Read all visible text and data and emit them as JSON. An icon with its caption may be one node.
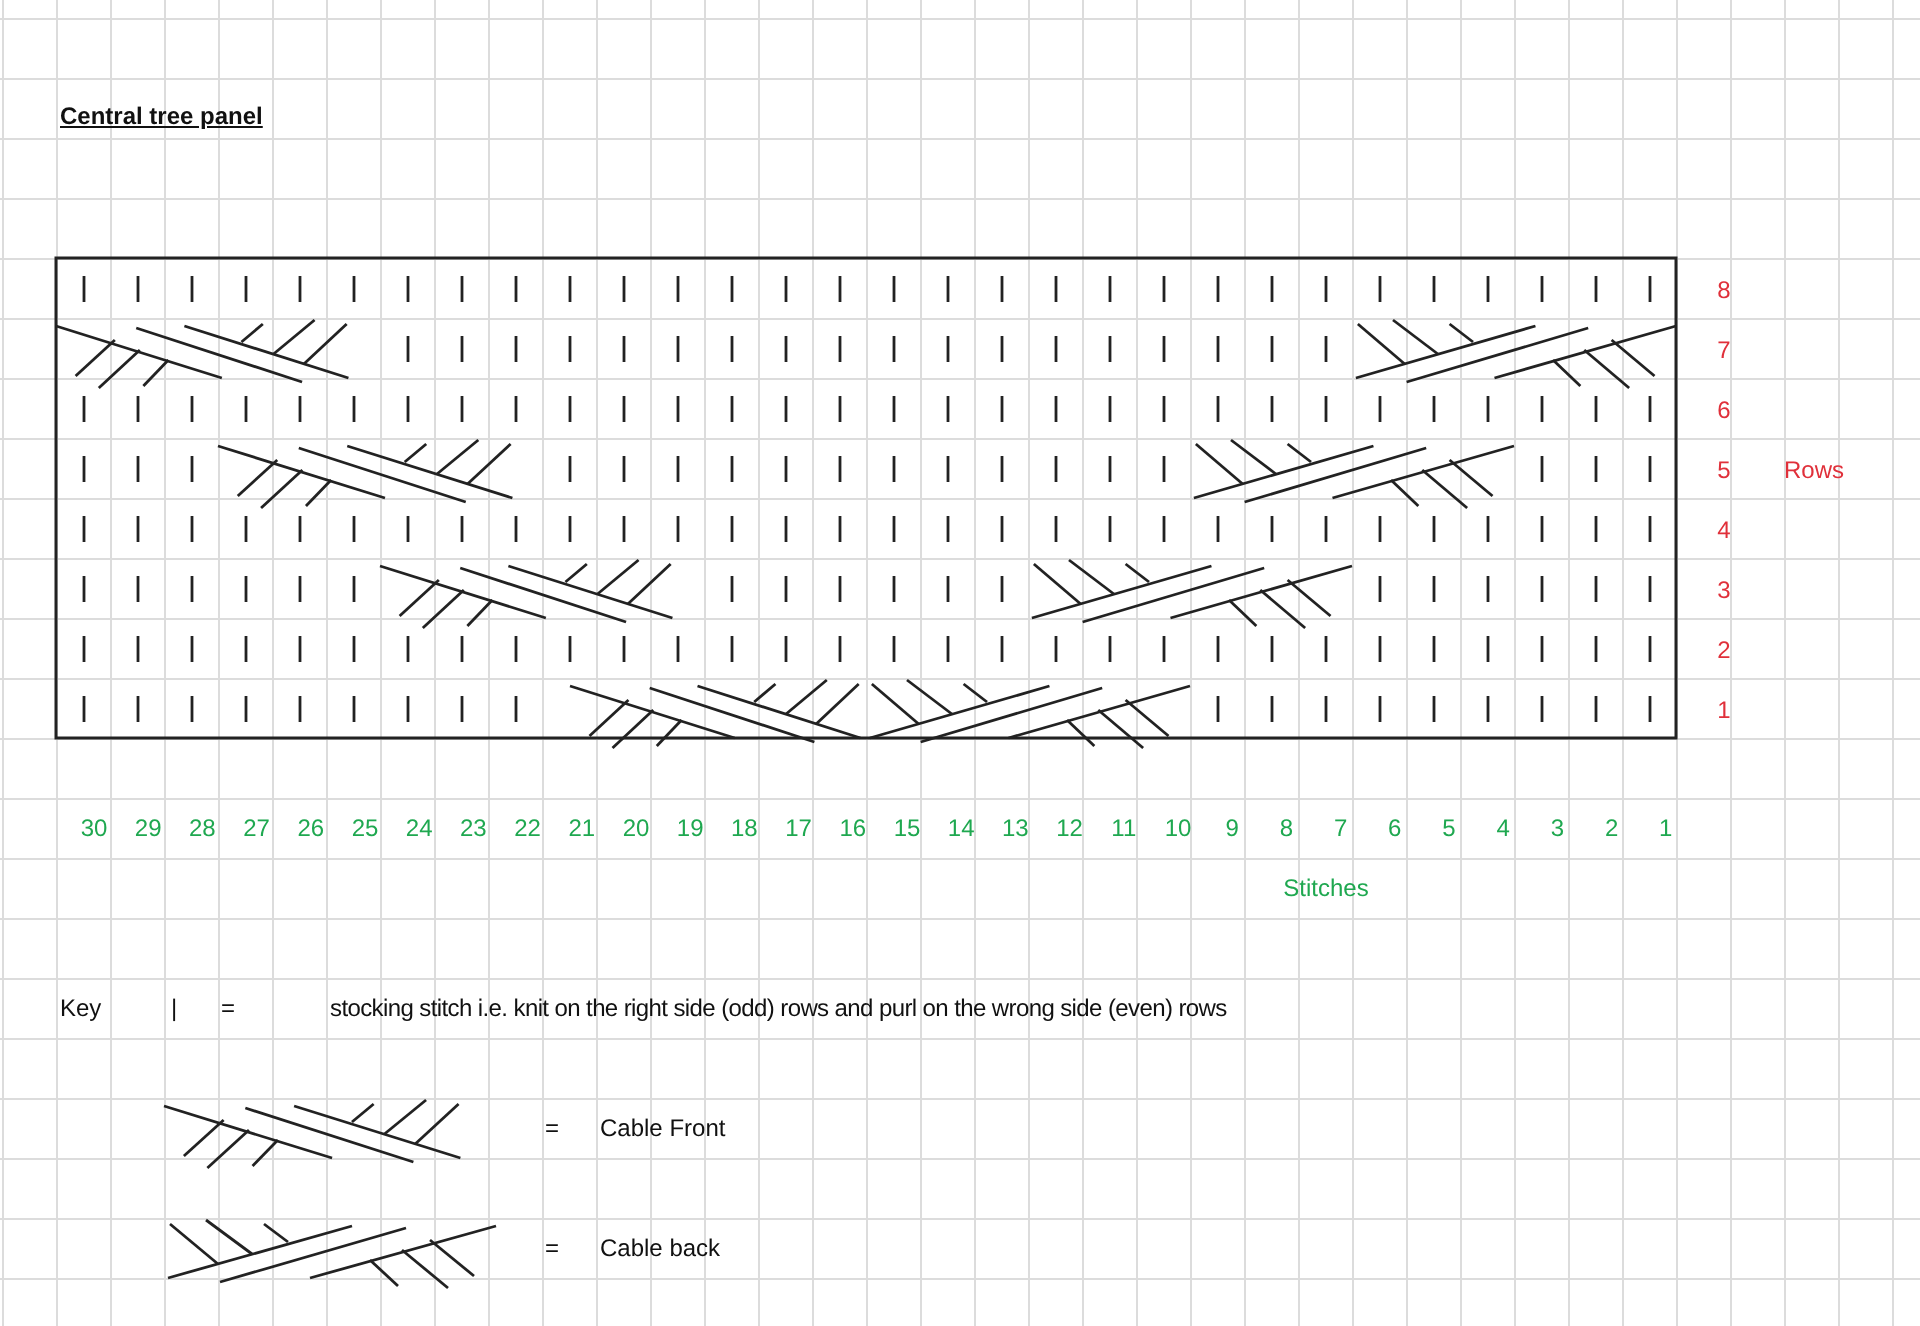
{
  "diagram": {
    "title": "Central tree panel",
    "labels": [
      "8",
      "7",
      "6",
      "5",
      "Rows",
      "4",
      "3",
      "2",
      "1",
      "30",
      "29",
      "28",
      "27",
      "26",
      "25",
      "24",
      "23",
      "22",
      "21",
      "20",
      "19",
      "18",
      "17",
      "16",
      "15",
      "14",
      "13",
      "12",
      "11",
      "10",
      "9",
      "8",
      "7",
      "6",
      "5",
      "4",
      "3",
      "2",
      "1",
      "Stitches",
      "Key",
      "|",
      "=",
      "=",
      "="
    ],
    "legend": [
      {
        "text": "stocking stitch i.e. knit on the right side (odd) rows and purl on the wrong side (even) rows"
      },
      {
        "text": "Cable Front"
      },
      {
        "text": "Cable back"
      }
    ]
  }
}
